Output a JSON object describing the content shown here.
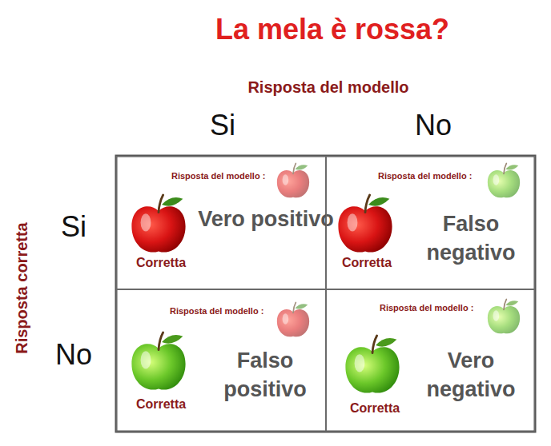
{
  "diagram": {
    "title": "La mela è rossa?",
    "nodes": [
      {
        "text": [
          "Risposta del modello :",
          "Vero positivo",
          "Corretta"
        ]
      },
      {
        "text": [
          "Risposta del modello :",
          "Falso negativo",
          "Corretta"
        ]
      },
      {
        "text": [
          "Risposta del modello :",
          "Falso positivo",
          "Corretta"
        ]
      },
      {
        "text": [
          "Risposta del modello :",
          "Vero negativo",
          "Corretta"
        ]
      }
    ],
    "labels": [
      "Risposta del modello",
      "Si",
      "No",
      "Risposta corretta",
      "Si",
      "No"
    ]
  }
}
